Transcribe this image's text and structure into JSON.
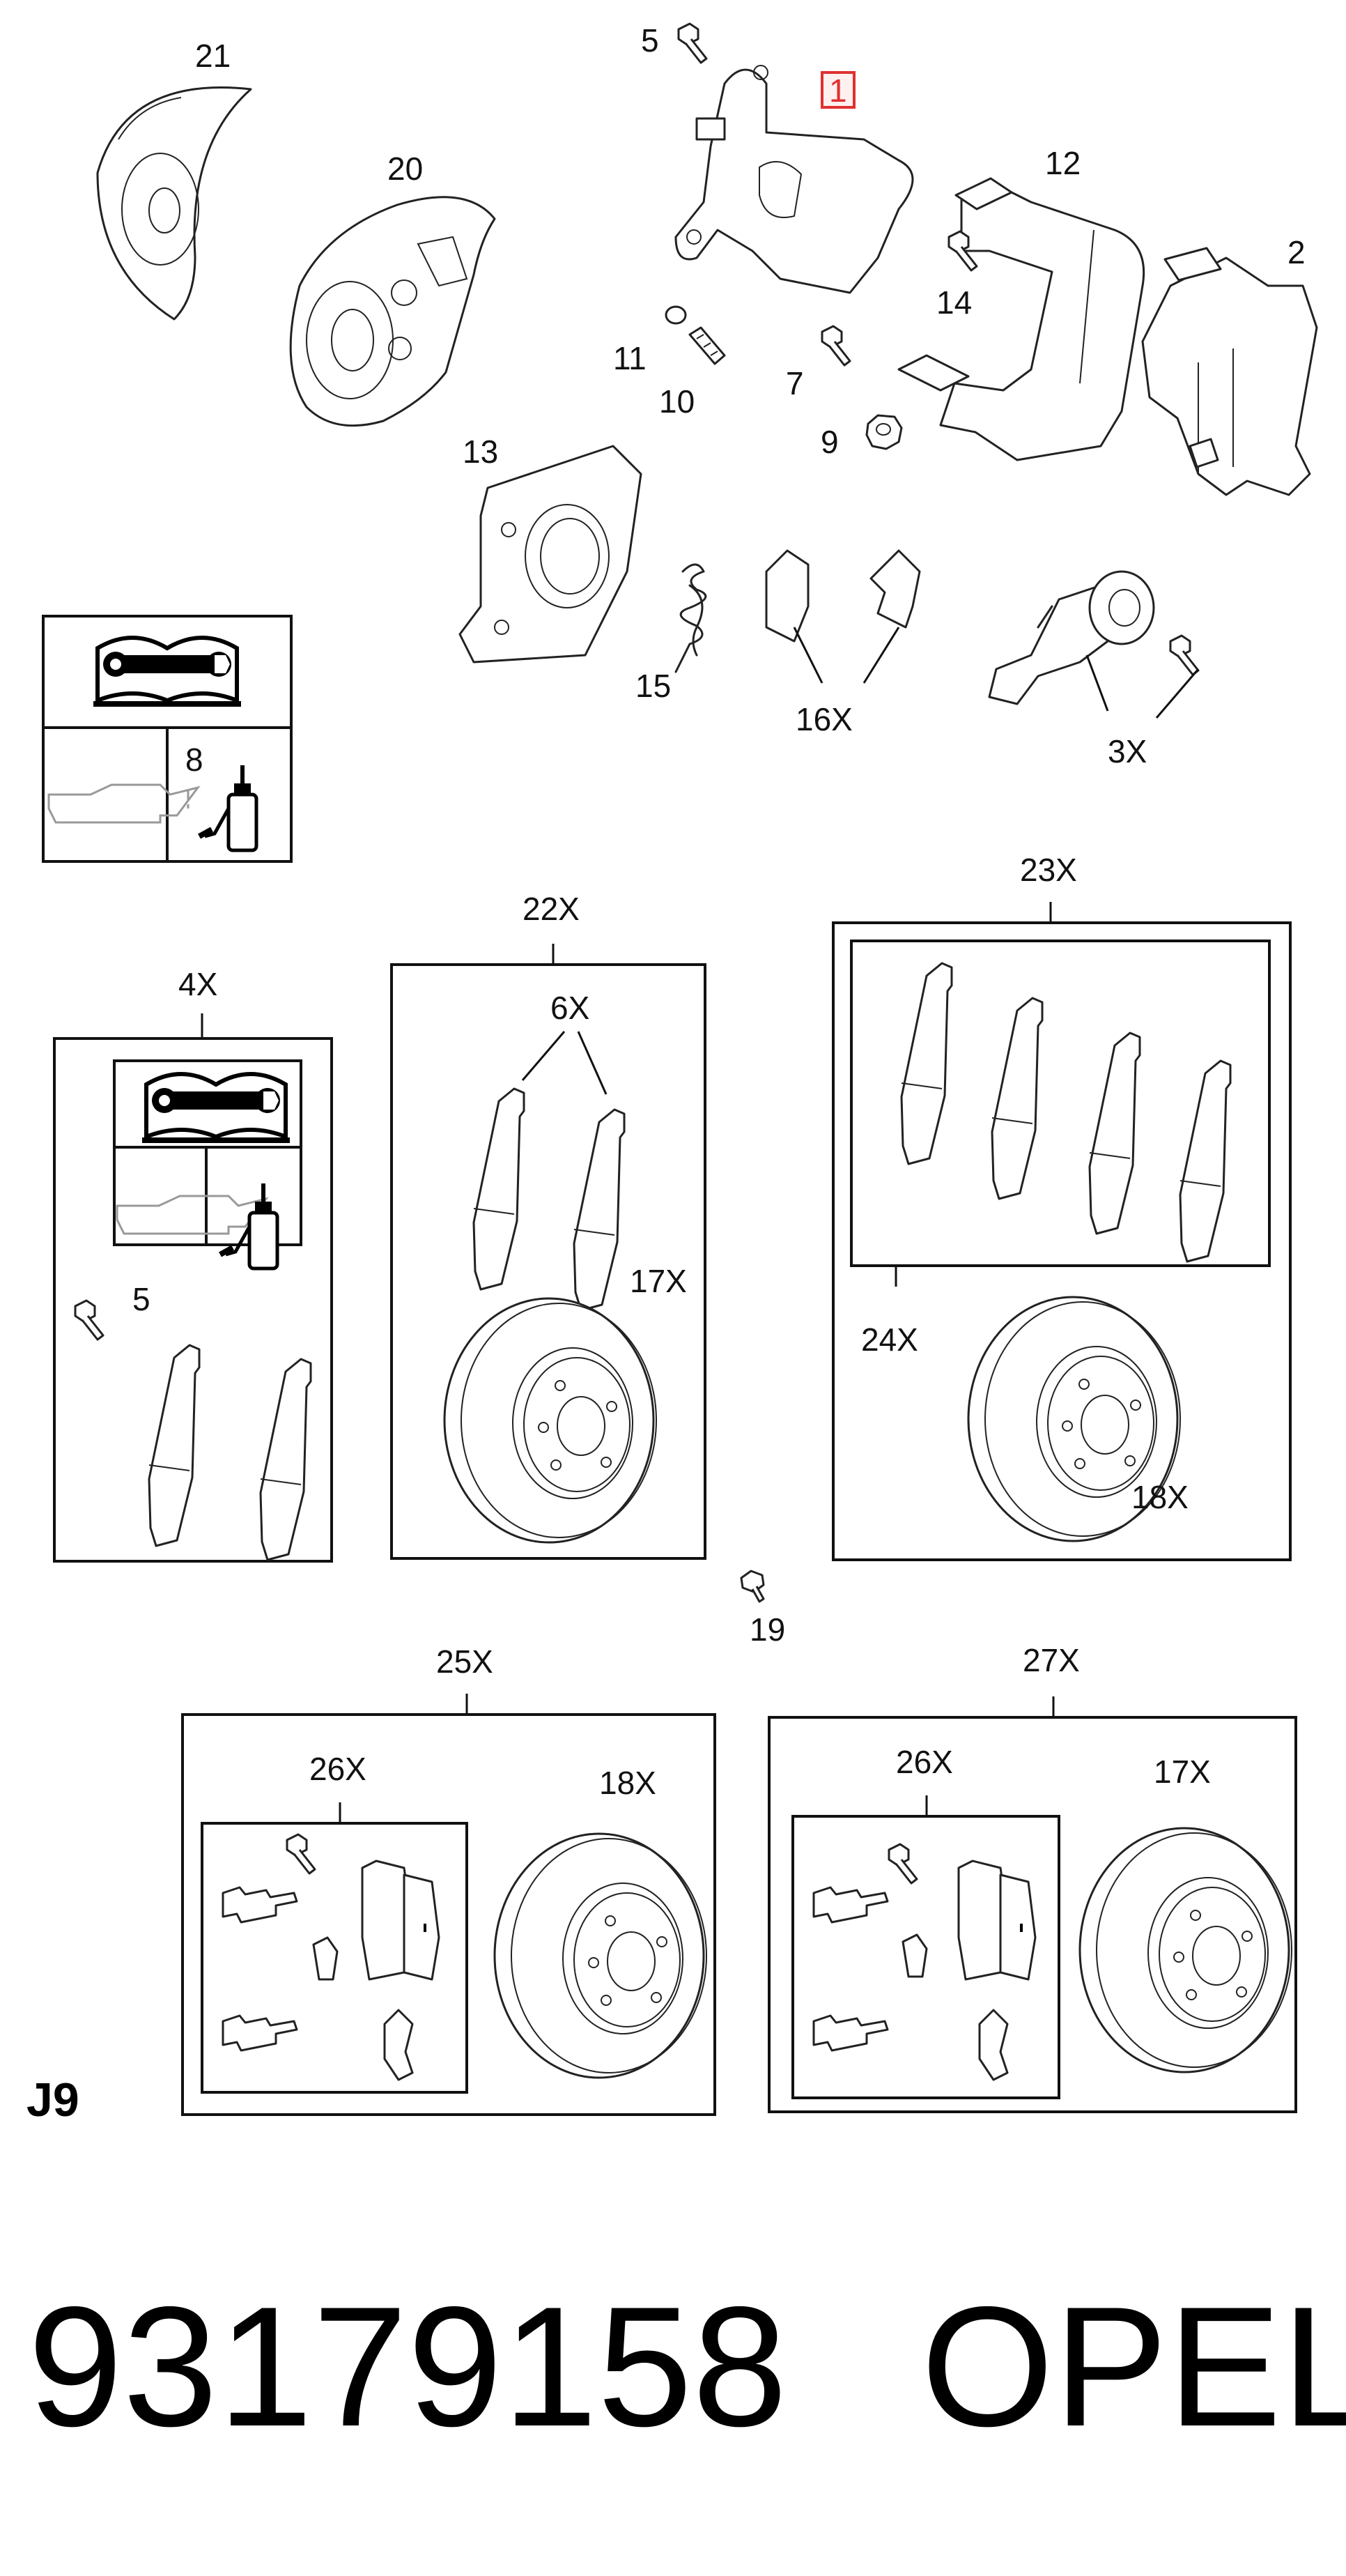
{
  "labels": {
    "c1": "1",
    "c2": "2",
    "c3": "3X",
    "c5": "5",
    "c7": "7",
    "c8": "8",
    "c9": "9",
    "c10": "10",
    "c11": "11",
    "c12": "12",
    "c13": "13",
    "c14": "14",
    "c15": "15",
    "c16": "16X",
    "c20": "20",
    "c21": "21",
    "g4": "4X",
    "g4_5": "5",
    "g22": "22X",
    "g22_6": "6X",
    "g22_17": "17X",
    "g23": "23X",
    "g23_24": "24X",
    "g23_18": "18X",
    "c19": "19",
    "g25": "25X",
    "g25_26": "26X",
    "g25_18": "18X",
    "g27": "27X",
    "g27_26": "26X",
    "g27_17": "17X"
  },
  "page_code": "J9",
  "part_number": "93179158",
  "brand": "OPEL",
  "highlight_color": "#e03030",
  "icons": [
    "manual-icon",
    "oil-can-icon",
    "grease-tube-icon"
  ]
}
